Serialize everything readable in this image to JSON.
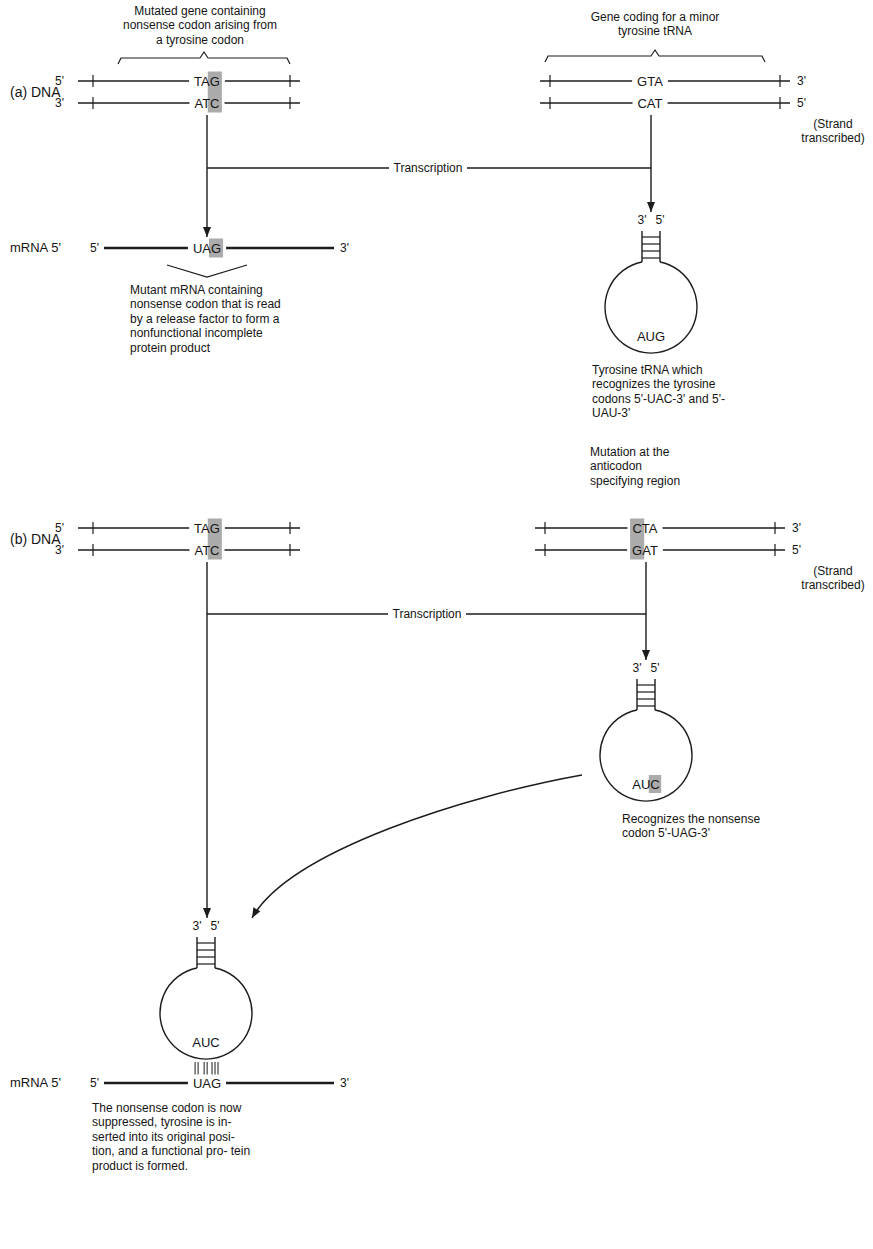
{
  "diagram": {
    "nodes": [
      {
        "text": [
          "5'",
          "TAG",
          "3'",
          "ATC"
        ]
      },
      {
        "text": [
          "GTA",
          "3'",
          "CAT",
          "5'"
        ]
      },
      {
        "text": [
          "5'",
          "UAG",
          "3'"
        ]
      },
      {
        "text": [
          "3'",
          "5'",
          "AUG"
        ]
      },
      {
        "text": [
          "5'",
          "TAG",
          "3'",
          "ATC"
        ]
      },
      {
        "text": [
          "CTA",
          "3'",
          "GAT",
          "5'"
        ]
      },
      {
        "text": [
          "3'",
          "5'",
          "AUC"
        ]
      },
      {
        "text": [
          "3'",
          "5'",
          "AUC"
        ]
      },
      {
        "text": [
          "5'",
          "UAG",
          "3'"
        ]
      }
    ],
    "edges": [
      {
        "from": 0,
        "to": 2,
        "arrow": "to"
      },
      {
        "from": 1,
        "to": 3,
        "arrow": "to"
      },
      {
        "from": 4,
        "to": 7,
        "arrow": "to"
      },
      {
        "from": 5,
        "to": 6,
        "arrow": "to"
      },
      {
        "from": 6,
        "to": 7,
        "arrow": "to"
      }
    ],
    "labels": [
      "Mutated gene containing nonsense codon arising from a tyrosine codon",
      "Gene coding for a minor tyrosine tRNA",
      "(a) DNA",
      "(Strand transcribed)",
      "Transcription",
      "mRNA 5'",
      "Mutant mRNA containing nonsense codon that is read by a release factor to form a nonfunctional incomplete protein product",
      "Tyrosine tRNA which recognizes the tyrosine codons 5'-UAC-3' and 5'-UAU-3'",
      "Mutation at the anticodon specifying region",
      "(b) DNA",
      "(Strand transcribed)",
      "Transcription",
      "Recognizes the nonsense codon 5'-UAG-3'",
      "mRNA 5'",
      "The nonsense codon is now suppressed, tyrosine is in- serted into its original posi- tion, and a functional pro- tein product is formed."
    ]
  }
}
